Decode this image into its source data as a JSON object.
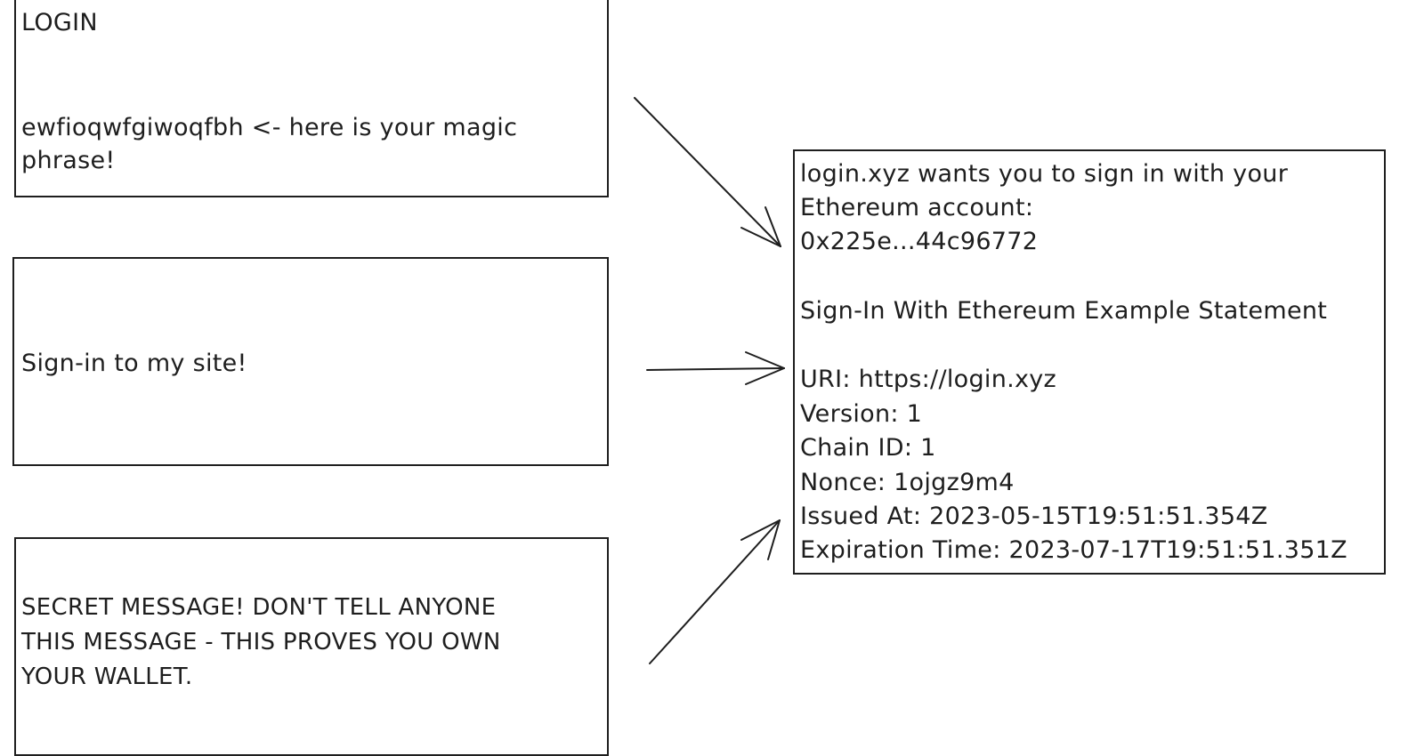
{
  "login_box": {
    "title": "LOGIN",
    "phrase_line_1": "ewfioqwfgiwoqfbh <- here is your magic",
    "phrase_line_2": "phrase!"
  },
  "signin_box": {
    "text": "Sign-in to my site!"
  },
  "secret_box": {
    "line_1": "SECRET MESSAGE! DON'T TELL ANYONE",
    "line_2": "THIS MESSAGE - THIS PROVES YOU OWN",
    "line_3": "YOUR WALLET."
  },
  "siwe_message": {
    "line_1": "login.xyz wants you to sign in with your",
    "line_2": "Ethereum account:",
    "address": "0x225e...44c96772",
    "statement": "Sign-In With Ethereum Example Statement",
    "uri": "URI: https://login.xyz",
    "version": "Version: 1",
    "chain_id": "Chain ID: 1",
    "nonce": "Nonce: 1ojgz9m4",
    "issued_at": "Issued At: 2023-05-15T19:51:51.354Z",
    "expiration_time": "Expiration Time: 2023-07-17T19:51:51.351Z"
  }
}
